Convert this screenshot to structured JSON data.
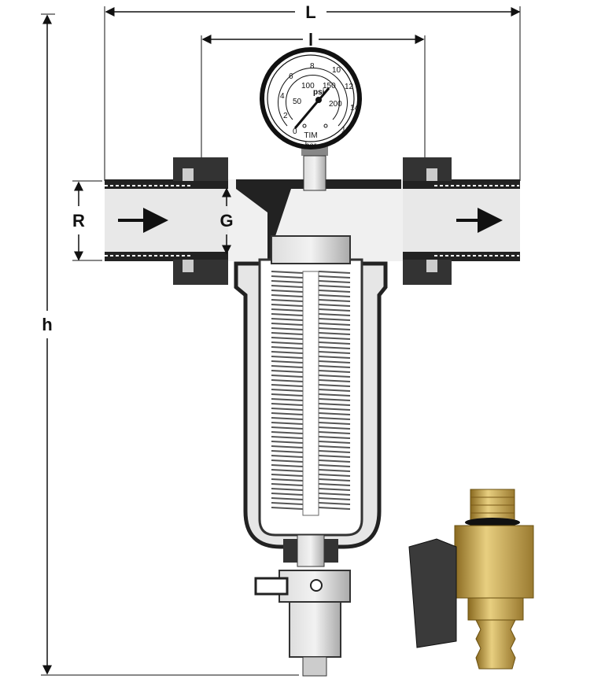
{
  "dimensions": {
    "L": "L",
    "l": "l",
    "R": "R",
    "G": "G",
    "h": "h"
  },
  "gauge": {
    "bar_ticks": [
      "0",
      "2",
      "4",
      "6",
      "8",
      "10",
      "12",
      "14",
      "16"
    ],
    "psi_ticks": [
      "50",
      "100",
      "150",
      "200"
    ],
    "psi_label": "psi",
    "brand": "TIM",
    "unit": "bar"
  },
  "colors": {
    "metal": "#b9b9b9",
    "dark": "#222222",
    "brass": "#c8a850",
    "handle": "#3a3a3a"
  }
}
